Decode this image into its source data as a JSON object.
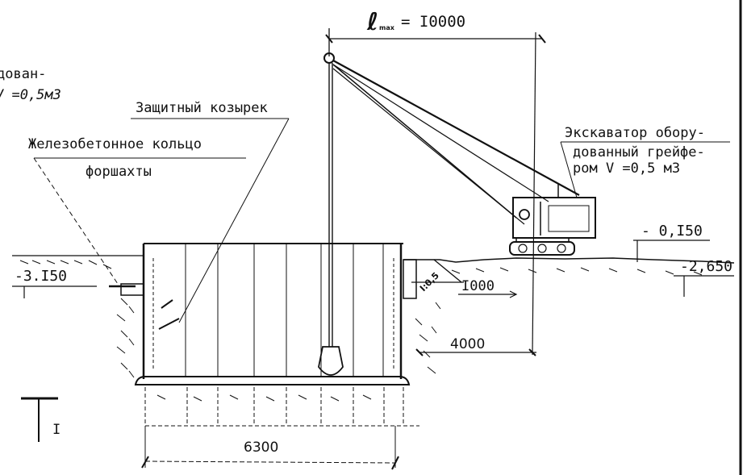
{
  "labels": {
    "lmax_symbol": "ℓ",
    "lmax_sub": "max",
    "lmax_value": "= I0000",
    "left_partial_1": "дован-",
    "left_partial_2": "V =0,5м3",
    "shield": "Защитный козырек",
    "ring_1": "Железобетонное кольцо",
    "ring_2": "форшахты",
    "excavator_1": "Экскаватор обору-",
    "excavator_2": "дованный грейфе-",
    "excavator_3": "ром   V =0,5 м3",
    "level_right_top": "- 0,I50",
    "level_right_bottom": "-2,650",
    "level_left": "-3.I50",
    "slope": "I:0,5",
    "dim_1000": "I000",
    "dim_4000": "4000",
    "dim_6300": "6300",
    "section_mark": "I"
  }
}
